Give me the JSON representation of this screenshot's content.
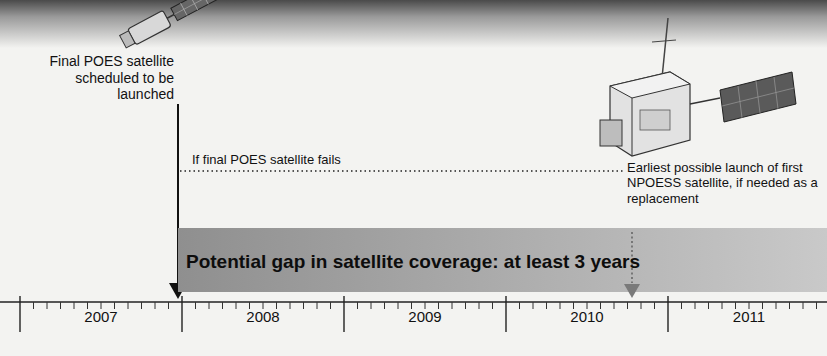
{
  "diagram": {
    "nodes": [
      {
        "text": [
          "Potential gap in satellite coverage: at least 3 years"
        ]
      }
    ],
    "labels": [
      "Final POES satellite scheduled to be launched",
      "If final POES satellite fails",
      "Earliest possible launch of first NPOESS satellite, if needed as a replacement",
      "2007",
      "2008",
      "2009",
      "2010",
      "2011"
    ]
  }
}
